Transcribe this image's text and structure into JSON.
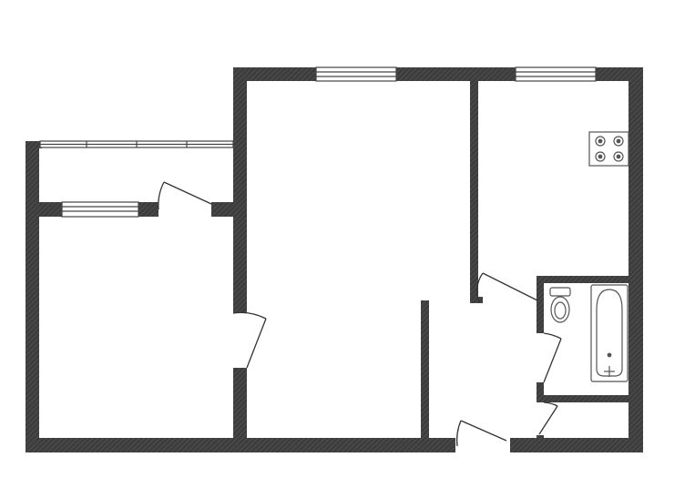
{
  "colors": {
    "background": "#ffffff",
    "wall": "#3d3d3d",
    "wall_hatch": "#5a5a5a",
    "window_frame": "#444444",
    "window_fill": "#ffffff",
    "door_line": "#333333",
    "fixture_line": "#555555"
  },
  "rooms": [
    {
      "name": "room-left"
    },
    {
      "name": "room-center"
    },
    {
      "name": "kitchen"
    },
    {
      "name": "bathroom"
    },
    {
      "name": "hallway"
    },
    {
      "name": "balcony"
    }
  ],
  "fixtures": {
    "stove": {
      "icon": "stove-icon",
      "burners": 4
    },
    "toilet": {
      "icon": "toilet-icon"
    },
    "bathtub": {
      "icon": "bathtub-icon"
    }
  }
}
